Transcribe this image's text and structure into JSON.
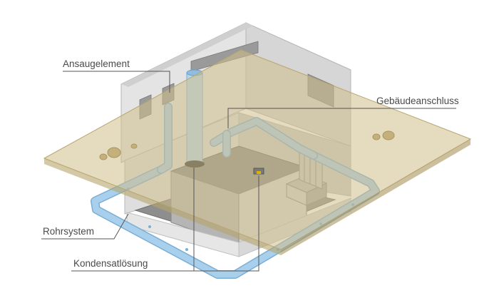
{
  "labels": {
    "ansaugelement": "Ansaugelement",
    "gebaeudeanschluss": "Gebäudeanschluss",
    "rohrsystem": "Rohrsystem",
    "kondensatloesung": "Kondensatlösung"
  },
  "colors": {
    "pipe": "#9ec8e6",
    "pipe_edge": "#7aaed4",
    "wall_light": "#ececec",
    "wall_mid": "#dcdcdc",
    "wall_dark": "#c8c8c8",
    "floor": "#8c8c8c",
    "ground_layer": "#d9c9a0",
    "text": "#4a4a4a"
  }
}
